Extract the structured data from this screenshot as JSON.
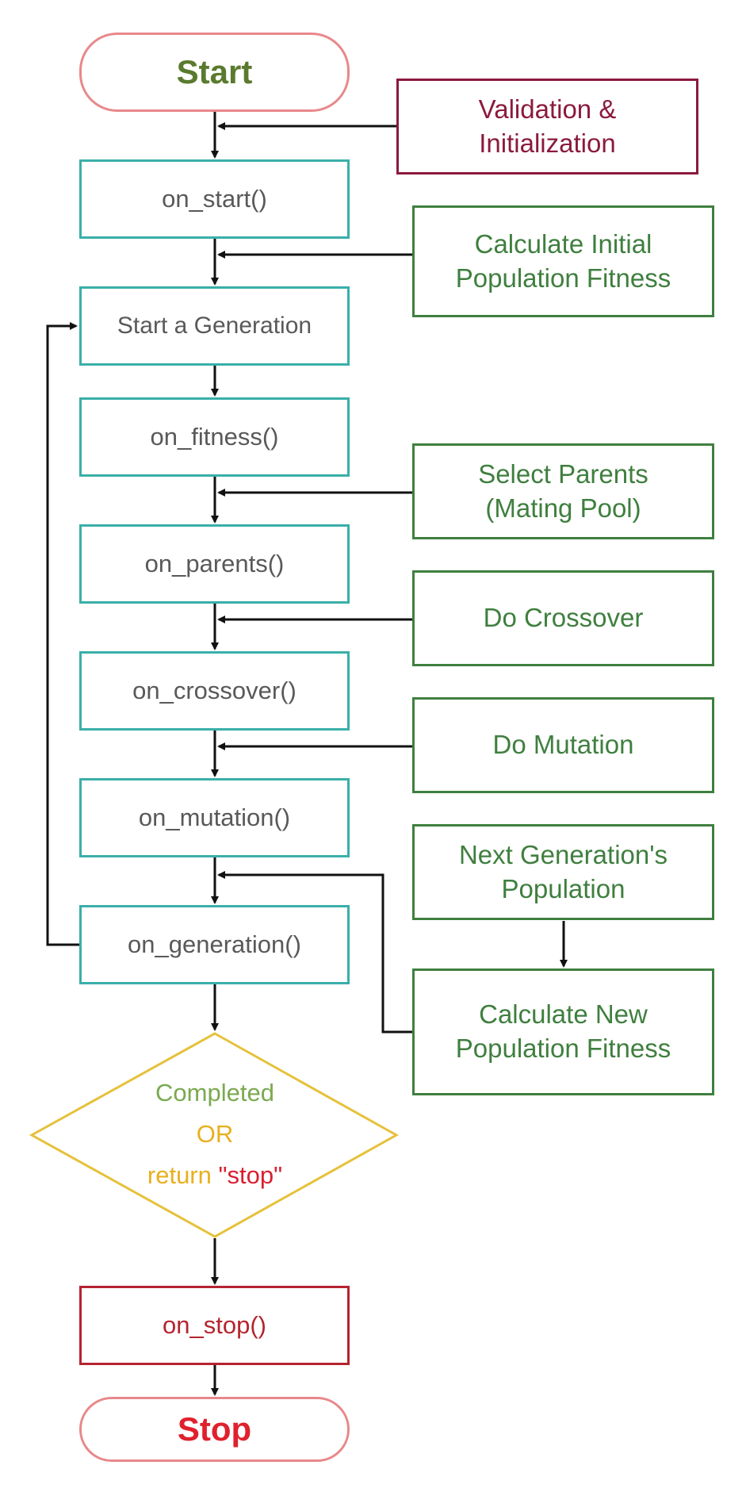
{
  "start": {
    "label": "Start"
  },
  "stop": {
    "label": "Stop"
  },
  "callbacks": {
    "on_start": "on_start()",
    "start_generation": "Start a Generation",
    "on_fitness": "on_fitness()",
    "on_parents": "on_parents()",
    "on_crossover": "on_crossover()",
    "on_mutation": "on_mutation()",
    "on_generation": "on_generation()",
    "on_stop": "on_stop()"
  },
  "steps": {
    "validation": {
      "line1": "Validation &",
      "line2": "Initialization"
    },
    "initial_fitness": {
      "line1": "Calculate Initial",
      "line2": "Population Fitness"
    },
    "select_parents": {
      "line1": "Select Parents",
      "line2": "(Mating Pool)"
    },
    "crossover": "Do Crossover",
    "mutation": "Do Mutation",
    "next_population": {
      "line1": "Next Generation's",
      "line2": "Population"
    },
    "new_fitness": {
      "line1": "Calculate New",
      "line2": "Population Fitness"
    }
  },
  "decision": {
    "completed": "Completed",
    "or": "OR",
    "return_kw": "return",
    "stop_str": "\"stop\""
  },
  "colors": {
    "teal": "#3aafa9",
    "green": "#3f7f3f",
    "maroon": "#8b1a3d",
    "red": "#b5242f",
    "pill_border": "#e8888a",
    "start_text": "#5a7a2e",
    "stop_text": "#e0212d",
    "decision_border": "#e6c13a",
    "completed": "#7aaa4f",
    "or": "#e8b020",
    "stop_str": "#d81f30"
  }
}
